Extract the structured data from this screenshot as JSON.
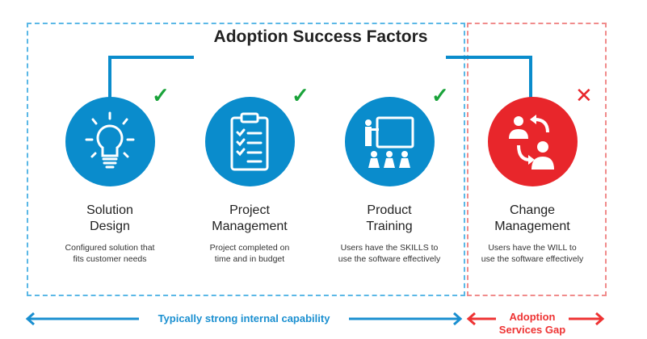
{
  "title": "Adoption Success Factors",
  "colors": {
    "blue": "#0a8ccc",
    "red": "#e8262b",
    "check": "#1aa33a"
  },
  "factors": [
    {
      "name_line1": "Solution",
      "name_line2": "Design",
      "desc_line1": "Configured solution that",
      "desc_line2": "fits customer needs",
      "icon": "lightbulb-icon",
      "status": "check"
    },
    {
      "name_line1": "Project",
      "name_line2": "Management",
      "desc_line1": "Project completed on",
      "desc_line2": "time and in budget",
      "icon": "clipboard-checklist-icon",
      "status": "check"
    },
    {
      "name_line1": "Product",
      "name_line2": "Training",
      "desc_line1": "Users have the SKILLS to",
      "desc_line2": "use the software effectively",
      "icon": "presentation-training-icon",
      "status": "check"
    },
    {
      "name_line1": "Change",
      "name_line2": "Management",
      "desc_line1": "Users have the WILL to",
      "desc_line2": "use the software effectively",
      "icon": "people-exchange-icon",
      "status": "cross"
    }
  ],
  "footer": {
    "internal": "Typically strong internal capability",
    "gap_line1": "Adoption",
    "gap_line2": "Services Gap"
  },
  "marks": {
    "check": "✓",
    "cross": "✕"
  }
}
